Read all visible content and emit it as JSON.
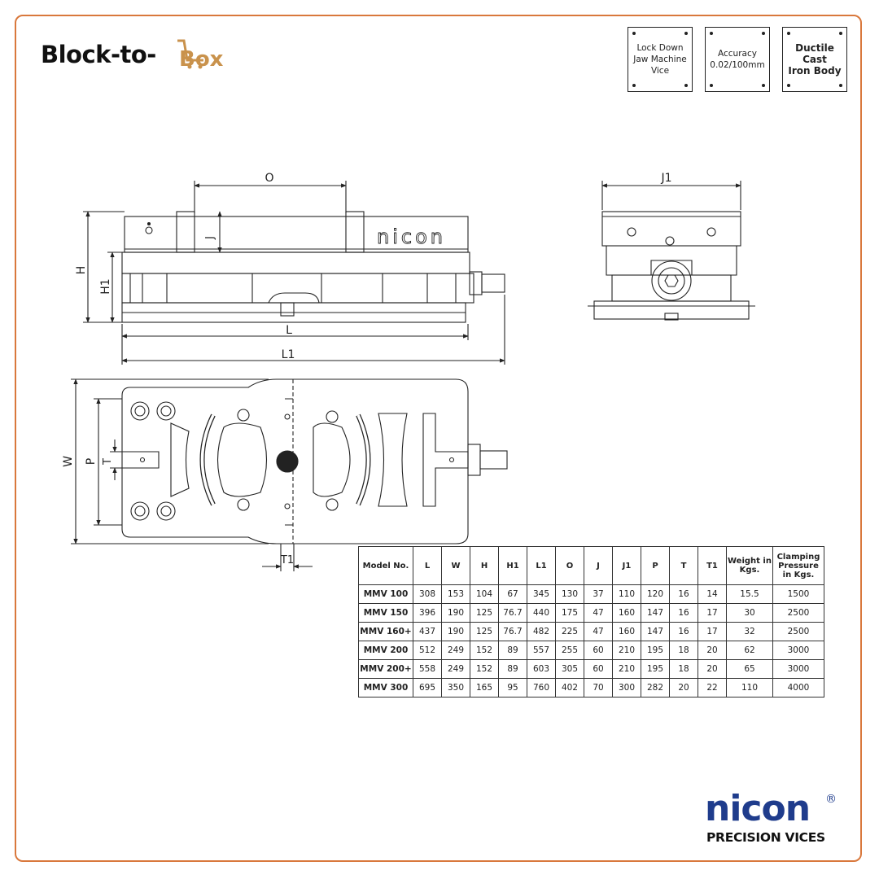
{
  "brand": {
    "logo_text": "Block-to-",
    "logo_box": "Box"
  },
  "features": [
    {
      "label": "Lock Down\nJaw Machine\nVice"
    },
    {
      "label": "Accuracy\n0.02/100mm"
    },
    {
      "label": "Ductile Cast\nIron Body"
    }
  ],
  "drawing": {
    "front_view": {
      "engraving": "nicon",
      "dim_labels": {
        "o": "O",
        "j": "J",
        "h": "H",
        "h1": "H1",
        "l": "L",
        "l1": "L1"
      }
    },
    "side_view": {
      "dim_labels": {
        "j1": "J1"
      }
    },
    "top_view": {
      "dim_labels": {
        "w": "W",
        "p": "P",
        "t": "T",
        "t1": "T1"
      }
    }
  },
  "spec_table": {
    "headers": [
      "Model No.",
      "L",
      "W",
      "H",
      "H1",
      "L1",
      "O",
      "J",
      "J1",
      "P",
      "T",
      "T1",
      "Weight in Kgs.",
      "Clamping Pressure in Kgs."
    ],
    "rows": [
      [
        "MMV 100",
        "308",
        "153",
        "104",
        "67",
        "345",
        "130",
        "37",
        "110",
        "120",
        "16",
        "14",
        "15.5",
        "1500"
      ],
      [
        "MMV 150",
        "396",
        "190",
        "125",
        "76.7",
        "440",
        "175",
        "47",
        "160",
        "147",
        "16",
        "17",
        "30",
        "2500"
      ],
      [
        "MMV 160+",
        "437",
        "190",
        "125",
        "76.7",
        "482",
        "225",
        "47",
        "160",
        "147",
        "16",
        "17",
        "32",
        "2500"
      ],
      [
        "MMV 200",
        "512",
        "249",
        "152",
        "89",
        "557",
        "255",
        "60",
        "210",
        "195",
        "18",
        "20",
        "62",
        "3000"
      ],
      [
        "MMV 200+",
        "558",
        "249",
        "152",
        "89",
        "603",
        "305",
        "60",
        "210",
        "195",
        "18",
        "20",
        "65",
        "3000"
      ],
      [
        "MMV 300",
        "695",
        "350",
        "165",
        "95",
        "760",
        "402",
        "70",
        "300",
        "282",
        "20",
        "22",
        "110",
        "4000"
      ]
    ]
  },
  "footer_brand": {
    "name": "nicon",
    "registered": "®",
    "tagline": "PRECISION VICES"
  },
  "colors": {
    "frame": "#d9783c",
    "logo_accent": "#c9924c",
    "brand_blue": "#1f3c8c"
  }
}
